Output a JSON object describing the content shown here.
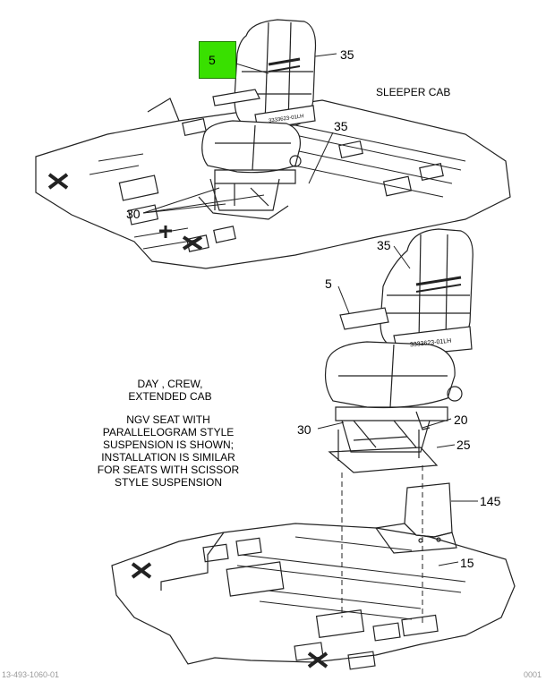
{
  "labels": {
    "sleeper_cab": "SLEEPER CAB",
    "day_cab_note": "DAY , CREW,\nEXTENDED CAB",
    "ngv_note": "NGV SEAT WITH\nPARALLELOGRAM STYLE\nSUSPENSION IS SHOWN;\nINSTALLATION IS SIMILAR\nFOR SEATS WITH SCISSOR\nSTYLE SUSPENSION"
  },
  "callouts": {
    "top_seat_highlight": "5",
    "top_seat_back": "35",
    "top_seat_cushion": "35",
    "top_mounts": "30",
    "lower_seat_back": "35",
    "lower_armrest": "5",
    "lower_mount": "30",
    "lower_bolt": "20",
    "lower_riser": "25",
    "lower_bracket": "145",
    "lower_floor": "15"
  },
  "seat_tag_text": "3333623-01LH",
  "footer": {
    "left": "13-493-1060-01",
    "right": "0001"
  },
  "colors": {
    "highlight": "#39e000",
    "line": "#222222"
  }
}
